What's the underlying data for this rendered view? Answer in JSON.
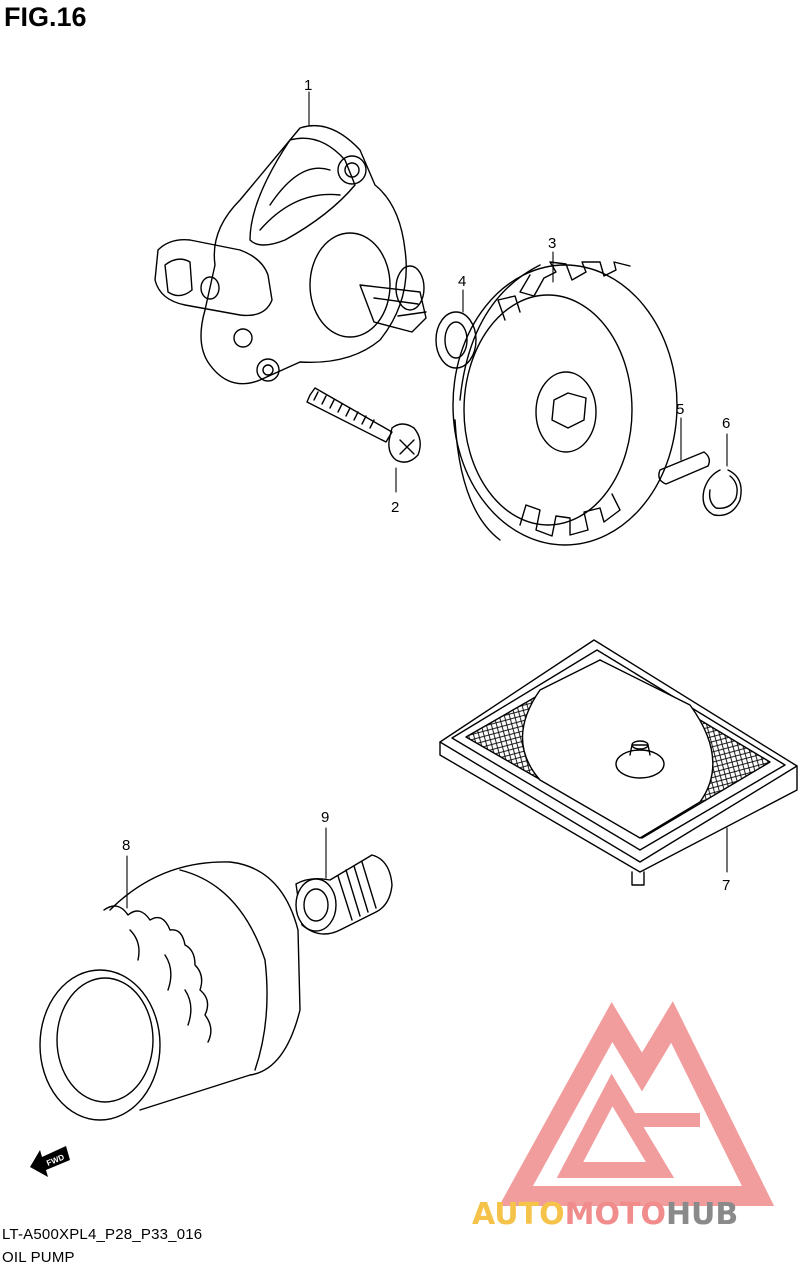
{
  "figure": {
    "title": "FIG.16",
    "code": "LT-A500XPL4_P28_P33_016",
    "name": "OIL PUMP"
  },
  "parts": [
    {
      "number": "1"
    },
    {
      "number": "2"
    },
    {
      "number": "3"
    },
    {
      "number": "4"
    },
    {
      "number": "5"
    },
    {
      "number": "6"
    },
    {
      "number": "7"
    },
    {
      "number": "8"
    },
    {
      "number": "9"
    }
  ],
  "direction_marker": {
    "label": "FWD",
    "icon": "fwd-arrow-icon"
  },
  "watermark": {
    "part1": "AUTO",
    "part2": "MOTO",
    "part3": "HUB",
    "colors": {
      "auto": "#f5c34a",
      "moto": "#f08c8c",
      "hub": "#8a8a8a",
      "logo": "#f08c8c"
    }
  }
}
